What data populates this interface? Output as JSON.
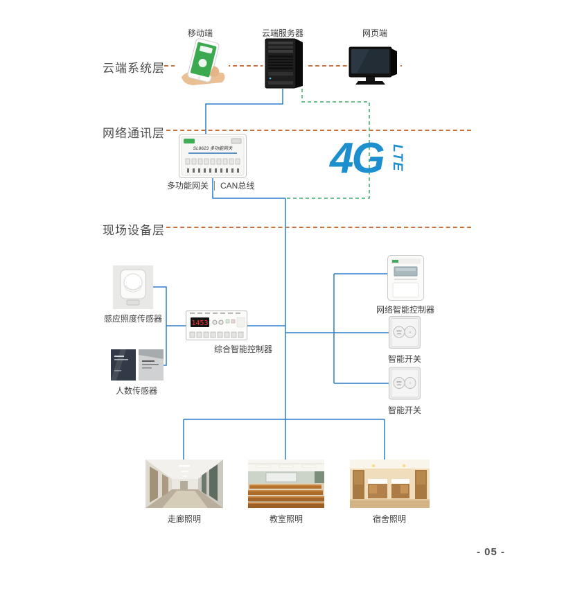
{
  "colors": {
    "layer_divider_orange": "#c9713a",
    "connection_blue": "#2b7dc8",
    "connection_green_dashed": "#41ab6a",
    "lte_blue": "#1e8fce",
    "label_text": "#3d3d3d"
  },
  "layers": {
    "cloud": "云端系统层",
    "network": "网络通讯层",
    "field": "现场设备层"
  },
  "cloud": {
    "mobile_label": "移动端",
    "server_label": "云端服务器",
    "web_label": "网页端"
  },
  "network": {
    "gateway_label": "多功能网关",
    "can_bus_label": "CAN总线",
    "gateway_device_text": "SL8623 多功能网关",
    "lte_4g": "4G",
    "lte_text": "LTE"
  },
  "field": {
    "lux_sensor_label": "感应照度传感器",
    "people_sensor_label": "人数传感器",
    "controller_label": "综合智能控制器",
    "controller_display": "1453",
    "network_controller_label": "网络智能控制器",
    "switch1_label": "智能开关",
    "switch2_label": "智能开关"
  },
  "scenes": {
    "corridor_label": "走廊照明",
    "classroom_label": "教室照明",
    "dorm_label": "宿舍照明"
  },
  "footer": {
    "page_number": "- 05 -"
  }
}
